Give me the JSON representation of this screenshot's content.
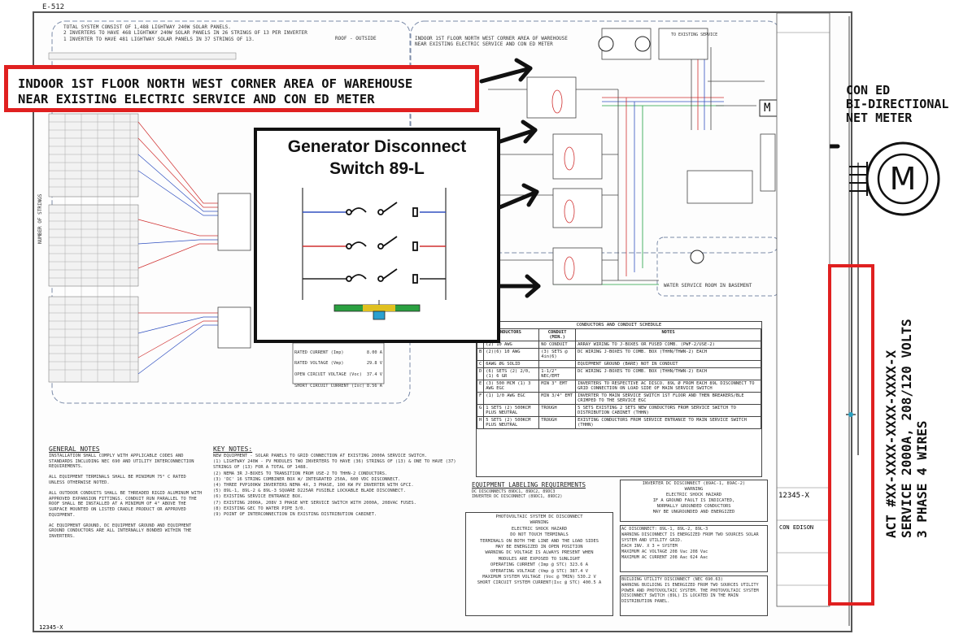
{
  "drawing_label": "E-512",
  "callouts": {
    "location": "INDOOR 1ST FLOOR NORTH WEST CORNER AREA OF WAREHOUSE\nNEAR EXISTING ELECTRIC SERVICE AND CON ED METER",
    "generator_title": "Generator Disconnect\nSwitch 89-L",
    "con_ed": "CON ED\nBI-DIRECTIONAL\nNET METER",
    "meter_symbol": "M",
    "act_text": "ACT #XX-XXXX-XXXX-XXXX-X\nSERVICE 2000A, 208/120 VOLTS\n3 PHASE 4 WIRES"
  },
  "system_notes": {
    "text": "TOTAL SYSTEM CONSIST OF 1,488 LIGHTWAY 240W SOLAR PANELS.\n2 INVERTERS TO HAVE 468 LIGHTWAY 240W SOLAR PANELS IN 26 STRINGS OF 13 PER INVERTER\n1 INVERTER TO HAVE 481 LIGHTWAY SOLAR PANELS IN 37 STRINGS OF 13.",
    "roof_label": "ROOF - OUTSIDE",
    "indoor_label": "INDOOR 1ST FLOOR NORTH WEST CORNER AREA OF WAREHOUSE\nNEAR EXISTING ELECTRIC SERVICE AND CON ED METER"
  },
  "diagram_labels": {
    "water_room": "WATER SERVICE ROOM IN BASEMENT",
    "to_utility": "TO EXISTING SERVICE",
    "meter_small": "M",
    "rated_current": "RATED CURRENT (Imp)",
    "rated_current_val": "8.00 A",
    "rated_voltage": "RATED VOLTAGE (Vmp)",
    "rated_voltage_val": "29.8 V",
    "open_circuit": "OPEN CIRCUIT VOLTAGE (Voc)",
    "open_circuit_val": "37.4 V",
    "short_circuit": "SHORT CIRCUIT CURRENT (Isc)",
    "short_circuit_val": "8.56 A",
    "number_of_strings": "NUMBER OF STRINGS"
  },
  "conductor_schedule": {
    "title": "CONDUCTORS AND CONDUIT SCHEDULE",
    "headers": [
      "CONDUCTORS",
      "CONDUIT (MIN.)",
      "NOTES"
    ],
    "rows": [
      [
        "",
        "(2) 10 AWG",
        "NO CONDUIT",
        "ARRAY WIRING TO J-BOXES OR FUSED COMB. (PWF-2/USE-2)"
      ],
      [
        "B",
        "(2)(6) 10 AWG",
        "(3) SETS @ 4in(6)",
        "DC WIRING J-BOXES TO COMB. BOX (THHN/THWN-2) EACH"
      ],
      [
        "C",
        "6AWG ØG SOLID",
        "",
        "EQUIPMENT GROUND (BARE) NOT IN CONDUIT"
      ],
      [
        "D",
        "(6) SETS (2) 2/0, (1) 6 GR",
        "1-1/2\" NEC/EMT",
        "DC WIRING J-BOXES TO COMB. BOX (THHN/THWN-2) EACH"
      ],
      [
        "E",
        "(3) 500 MCM (1) 3 AWG EGC",
        "MIN 3\" EMT",
        "INVERTERS TO RESPECTIVE AC DISCO. 89L Ø FROM EACH 89L DISCONNECT TO GRID CONNECTION ON LOAD SIDE OF MAIN SERVICE SWITCH"
      ],
      [
        "F",
        "(1) 1/0 AWG EGC",
        "MIN 3/4\" EMT",
        "INVERTER TO MAIN SERVICE SWITCH 1ST FLOOR AND THEN BREAKERS/BLE CRIMPED TO THE SERVICE EGC"
      ],
      [
        "G",
        "1 SETS (2) 500KCM PLUS NEUTRAL",
        "TROUGH",
        "5 SETS EXISTING 2 SETS NEW CONDUCTORS FROM SERVICE SWITCH TO DISTRIBUTION CABINET (THHN)"
      ],
      [
        "H",
        "5 SETS (2) 500KCM PLUS NEUTRAL",
        "TROUGH",
        "EXISTING CONDUCTORS FROM SERVICE ENTRANCE TO MAIN SERVICE SWITCH (THHN)"
      ]
    ]
  },
  "general_notes": {
    "title": "GENERAL NOTES",
    "text": "INSTALLATION SHALL COMPLY WITH APPLICABLE CODES AND STANDARDS INCLUDING NEC 690 AND UTILITY INTERCONNECTION REQUIREMENTS.\n\nALL EQUIPMENT TERMINALS SHALL BE MINIMUM 75° C RATED UNLESS OTHERWISE NOTED.\n\nALL OUTDOOR CONDUITS SHALL BE THREADED RIGID ALUMINUM WITH APPROVED EXPANSION FITTINGS. CONDUIT RUN PARALLEL TO THE ROOF SHALL BE INSTALLED AT A MINIMUM OF 4\" ABOVE THE SURFACE MOUNTED ON LISTED CRADLE PRODUCT OR APPROVED EQUIPMENT.\n\nAC EQUIPMENT GROUND, DC EQUIPMENT GROUND AND EQUIPMENT GROUND CONDUCTORS ARE ALL INTERNALLY BONDED WITHIN THE INVERTERS."
  },
  "key_notes": {
    "title": "KEY NOTES:",
    "text": "NEW EQUIPMENT - SOLAR PANELS TO GRID CONNECTION AT EXISTING 2000A SERVICE SWITCH.\n(1) LIGHTWAY 240W - PV MODULES TWO INVERTERS TO HAVE (36) STRINGS OF (13) & ONE TO HAVE (37) STRINGS OF (13) FOR A TOTAL OF 1488.\n(2) NEMA 3R J-BOXES TO TRANSITION FROM USE-2 TO THHN-2 CONDUCTORS.\n(3) 'DC' 16 STRING COMBINER BOX W/ INTEGRATED 250A, 600 VDC DISCONNECT.\n(4) THREE PVP100KW INVERTERS NEMA 4X, 3 PHASE, 100 KW PV INVERTER WITH GFCI.\n(5) 89L-1, 89L-2 & 89L-3 SQUARE D225AR FUSIBLE LOCKABLE BLADE DISCONNECT.\n(6) EXISTING SERVICE ENTRANCE BOX.\n(7) EXISTING 2000A, 208V 3 PHASE WYE SERVICE SWITCH WITH 2000A, 208VAC FUSES.\n(8) EXISTING GEC TO WATER PIPE 3/0.\n(9) POINT OF INTERCONNECTION IN EXISTING DISTRIBUTION CABINET."
  },
  "labeling": {
    "title": "EQUIPMENT LABELING REQUIREMENTS",
    "sub1": "DC DISCONNECTS 89DC1, 89DC2, 89DC3",
    "sub2": "INVERTER DC DISCONNECT (89DC1, 89DC2)",
    "placard": "PHOTOVOLTAIC SYSTEM DC DISCONNECT\nWARNING\nELECTRIC SHOCK HAZARD\nDO NOT TOUCH TERMINALS\nTERMINALS ON BOTH THE LINE AND THE LOAD SIDES\nMAY BE ENERGIZED IN OPEN POSITION\nWARNING DC VOLTAGE IS ALWAYS PRESENT WHEN\nMODULES ARE EXPOSED TO SUNLIGHT\nOPERATING CURRENT (Imp @ STC)          323.6 A\nOPERATING VOLTAGE (Vmp @ STC)          387.4 V\nMAXIMUM SYSTEM VOLTAGE (Voc @ TMIN)    530.2 V\nSHORT CIRCUIT SYSTEM CURRENT(Isc @ STC)   400.5 A",
    "inverter_dc": "INVERTER DC DISCONNECT (89AC-1, 89AC-2)\nWARNING\nELECTRIC SHOCK HAZARD\nIF A GROUND FAULT IS INDICATED,\nNORMALLY GROUNDED CONDUCTORS\nMAY BE UNGROUNDED AND ENERGIZED",
    "ac_disconnect": "AC DISCONNECT: 89L-1, 89L-2, 89L-3\nWARNING DISCONNECT IS ENERGIZED FROM TWO SOURCES SOLAR SYSTEM AND UTILITY GRID.\nEACH INV. X 3 = SYSTEM\nMAXIMUM AC VOLTAGE    208 Vac   208 Vac\nMAXIMUM AC CURRENT    208 Aac   624 Aac",
    "building": "BUILDING UTILITY DISCONNECT (NEC 690.63)\nWARNING BUILDING IS ENERGIZED FROM TWO SOURCES UTILITY POWER AND PHOTOVOLTAIC SYSTEM. THE PHOTOVOLTAIC SYSTEM DISCONNECT SWITCH (89L) IS LOCATED IN THE MAIN DISTRIBUTION PANEL."
  },
  "title_block": {
    "drawing_no": "12345-X",
    "company": "CON EDISON",
    "bottom_label": "12345-X"
  }
}
